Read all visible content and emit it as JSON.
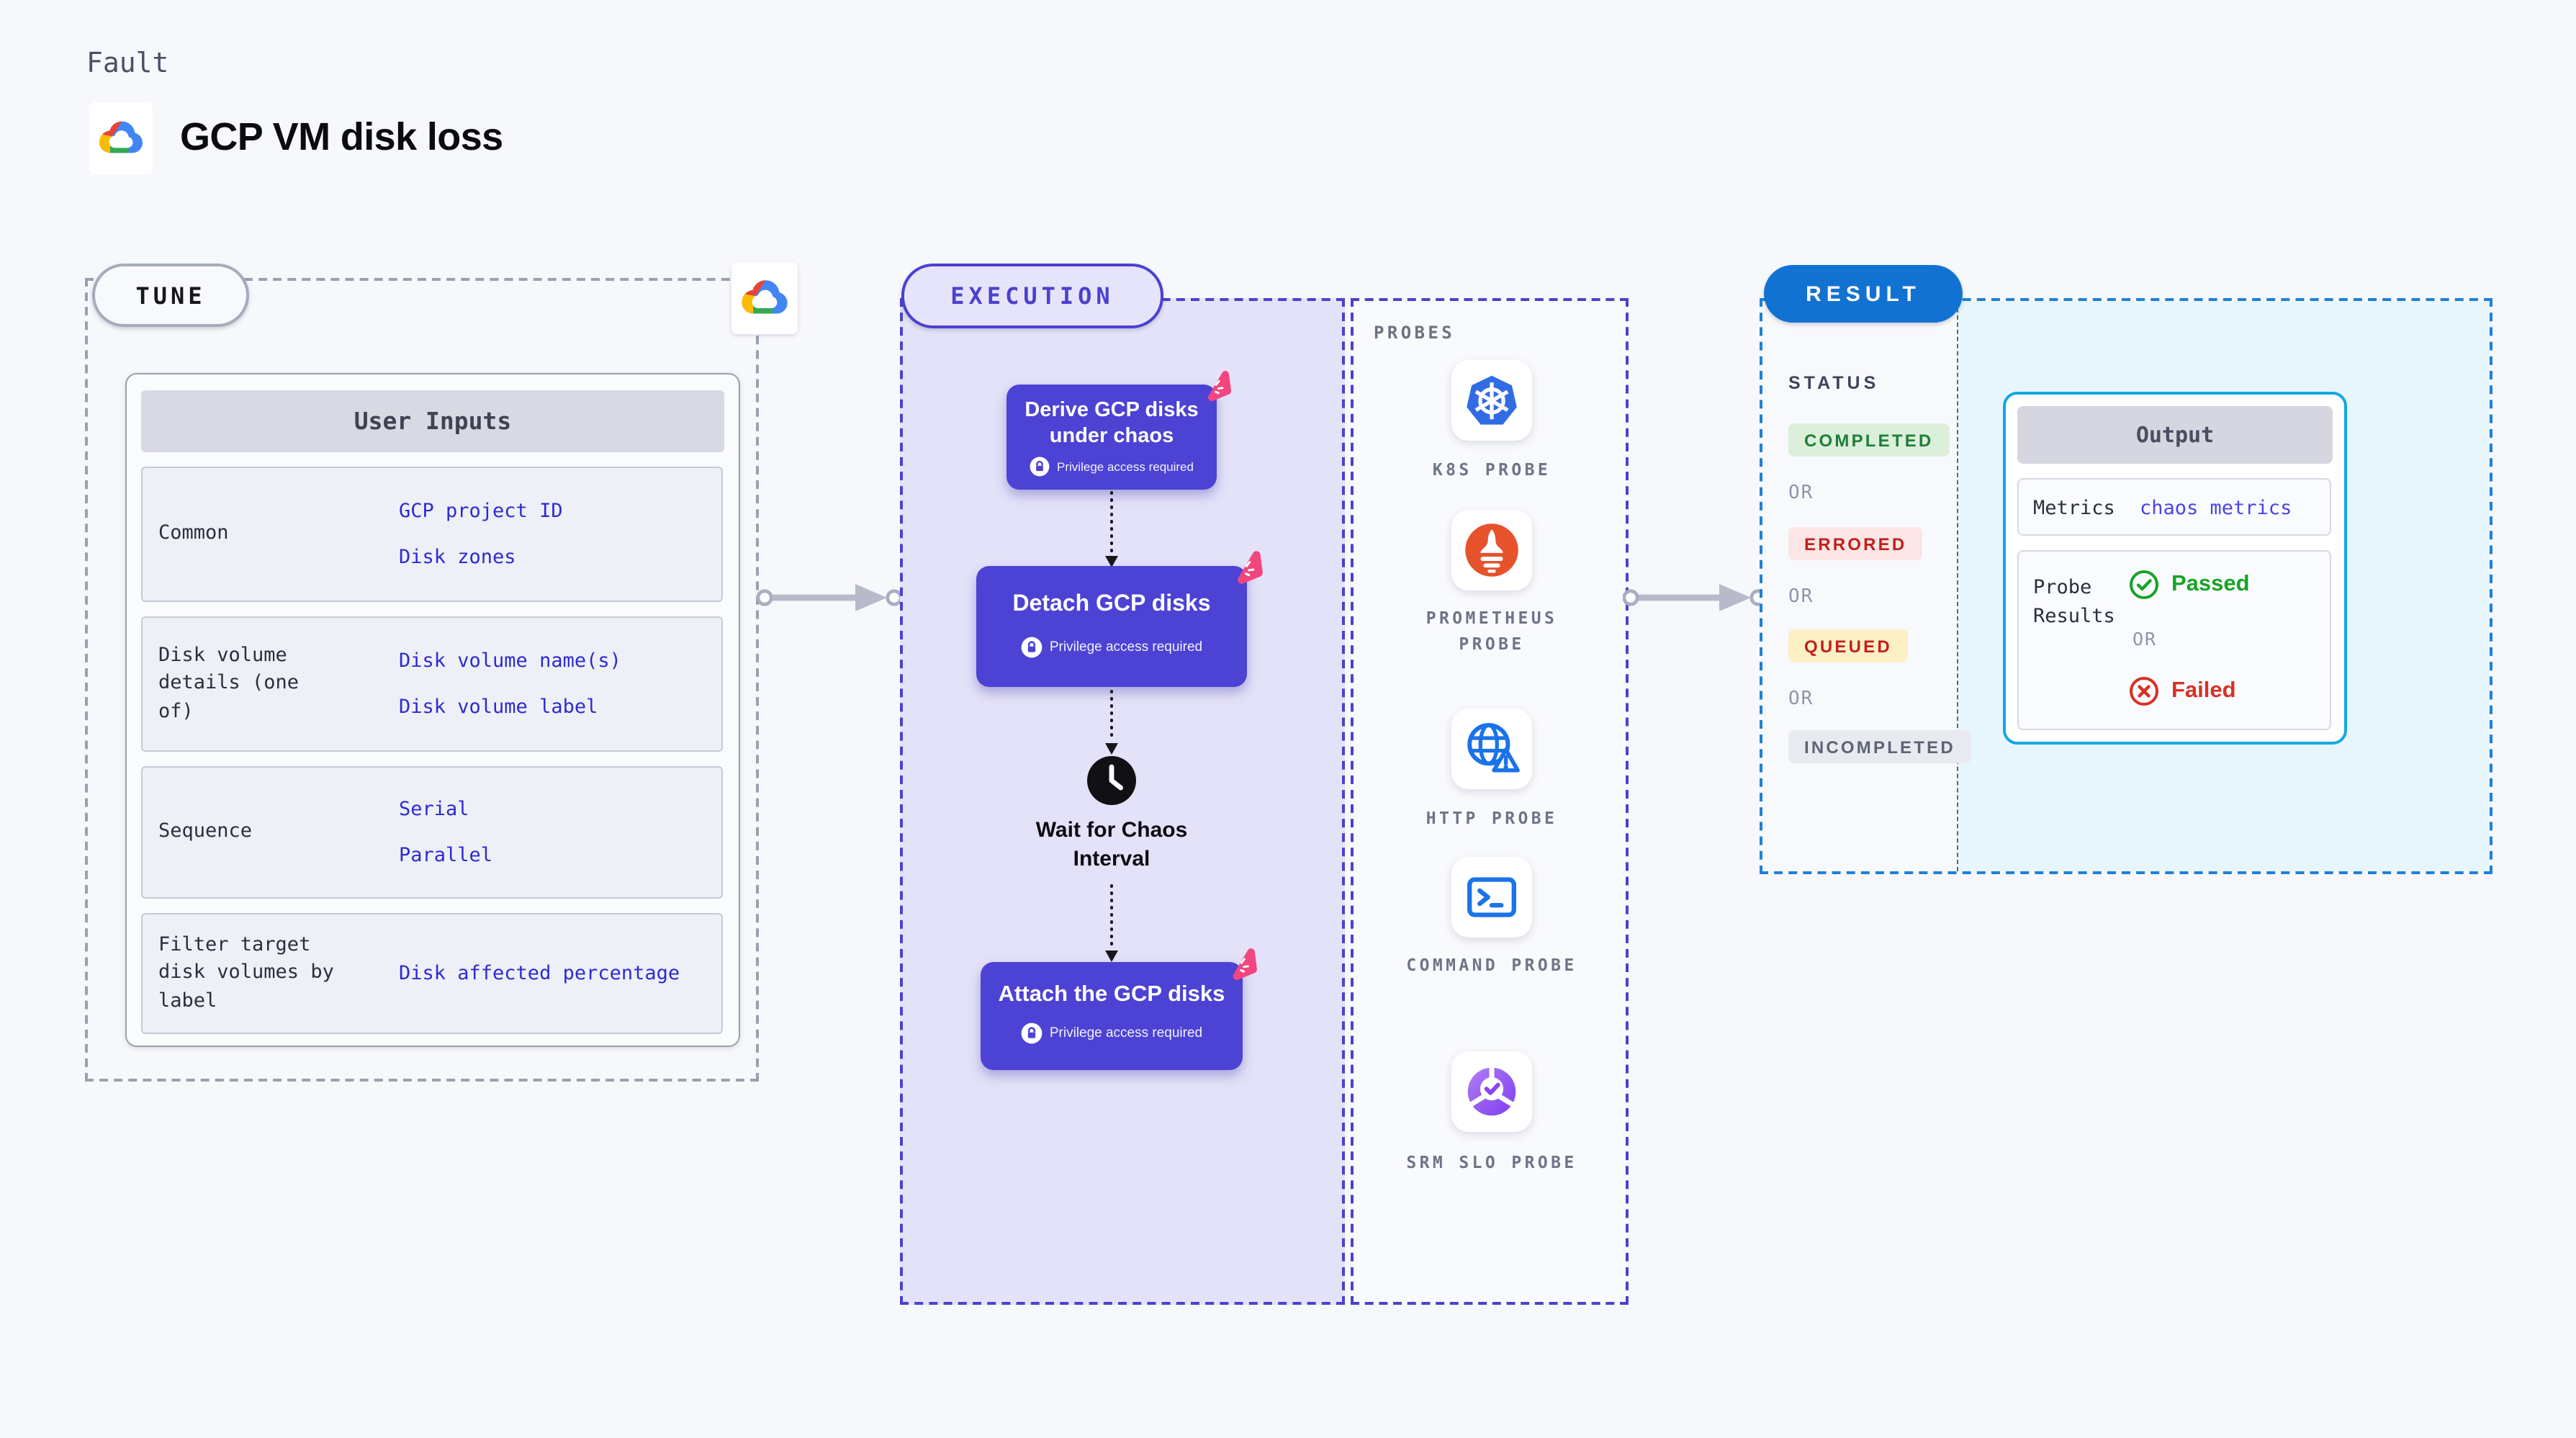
{
  "page": {
    "background": "#f7f8fc"
  },
  "header": {
    "eyebrow": "Fault",
    "title": "GCP VM disk loss",
    "logo_icon": "gcp-cloud-logo"
  },
  "tune": {
    "badge": "TUNE",
    "user_inputs": {
      "header": "User Inputs",
      "rows": [
        {
          "label": "Common",
          "values": [
            "GCP project ID",
            "Disk zones"
          ]
        },
        {
          "label": "Disk volume details (one of)",
          "values": [
            "Disk volume name(s)",
            "Disk volume label"
          ]
        },
        {
          "label": "Sequence",
          "values": [
            "Serial",
            "Parallel"
          ]
        },
        {
          "label": "Filter target disk volumes by label",
          "values": [
            "Disk affected percentage"
          ]
        }
      ]
    }
  },
  "execution": {
    "badge": "EXECUTION",
    "steps": [
      {
        "title": "Derive GCP disks under chaos",
        "badge": "Privilege access required"
      },
      {
        "title": "Detach GCP disks",
        "badge": "Privilege access required"
      },
      {
        "title": "Attach the GCP disks",
        "badge": "Privilege access required"
      }
    ],
    "wait_step": "Wait for Chaos Interval"
  },
  "probes": {
    "title": "PROBES",
    "items": [
      {
        "name": "K8S PROBE",
        "icon": "kubernetes-icon"
      },
      {
        "name": "PROMETHEUS PROBE",
        "icon": "prometheus-icon"
      },
      {
        "name": "HTTP PROBE",
        "icon": "globe-alert-icon"
      },
      {
        "name": "COMMAND PROBE",
        "icon": "terminal-icon"
      },
      {
        "name": "SRM SLO PROBE",
        "icon": "slo-donut-check-icon"
      }
    ]
  },
  "result": {
    "badge": "RESULT",
    "status_title": "STATUS",
    "or": "OR",
    "statuses": [
      {
        "label": "COMPLETED",
        "fg": "#1d8038",
        "bg": "#dcefdb"
      },
      {
        "label": "ERRORED",
        "fg": "#c0201e",
        "bg": "#fbe6e5"
      },
      {
        "label": "QUEUED",
        "fg": "#c0201e",
        "bg": "#fdf0c5"
      },
      {
        "label": "INCOMPLETED",
        "fg": "#5c6472",
        "bg": "#e9eaf0"
      }
    ],
    "output": {
      "header": "Output",
      "metrics_label": "Metrics",
      "metrics_value": "chaos metrics",
      "probe_results_label": "Probe Results",
      "passed": "Passed",
      "or": "OR",
      "failed": "Failed"
    }
  },
  "colors": {
    "accent_indigo": "#4c42d4",
    "execution_bg": "#e4e2f8",
    "execution_border": "#4b41cf",
    "result_border": "#1e80d8",
    "result_badge_bg": "#1272d2",
    "output_border": "#13a8e2",
    "output_area_bg": "#e7f6fd",
    "chaos_pink": "#f2467e",
    "passed_green": "#18a327",
    "failed_red": "#d93025",
    "arrow_gray": "#b7bac8",
    "value_blue": "#2e2ad0"
  }
}
